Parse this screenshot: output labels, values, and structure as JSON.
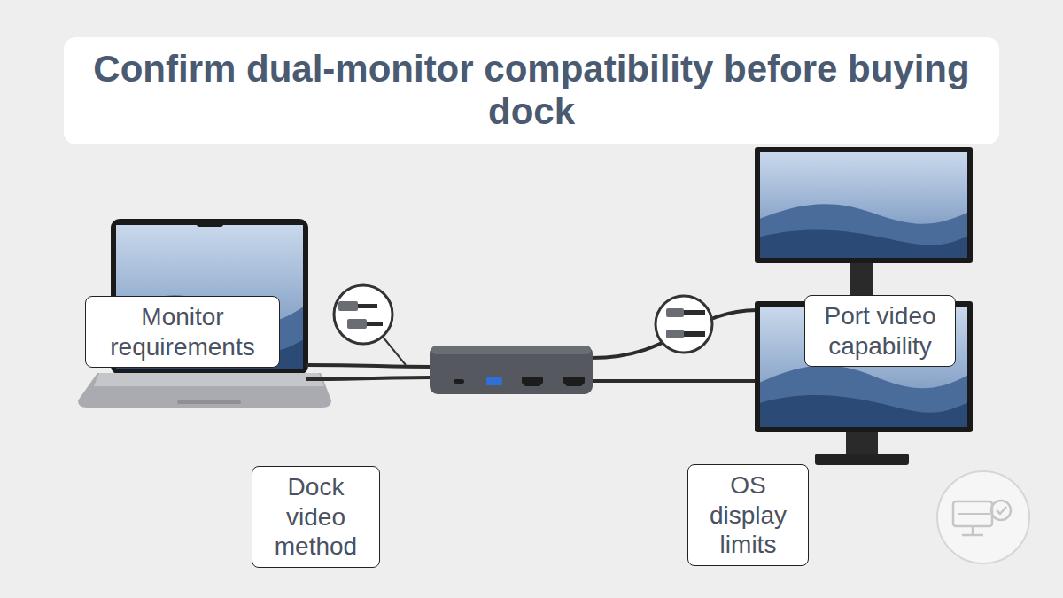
{
  "diagram": {
    "title": "Confirm dual-monitor compatibility before buying dock",
    "nodes": [
      {
        "text": [
          "Monitor requirements"
        ]
      },
      {
        "text": [
          "Port video capability"
        ]
      },
      {
        "text": [
          "Dock video method"
        ]
      },
      {
        "text": [
          "OS display limits"
        ]
      }
    ]
  }
}
